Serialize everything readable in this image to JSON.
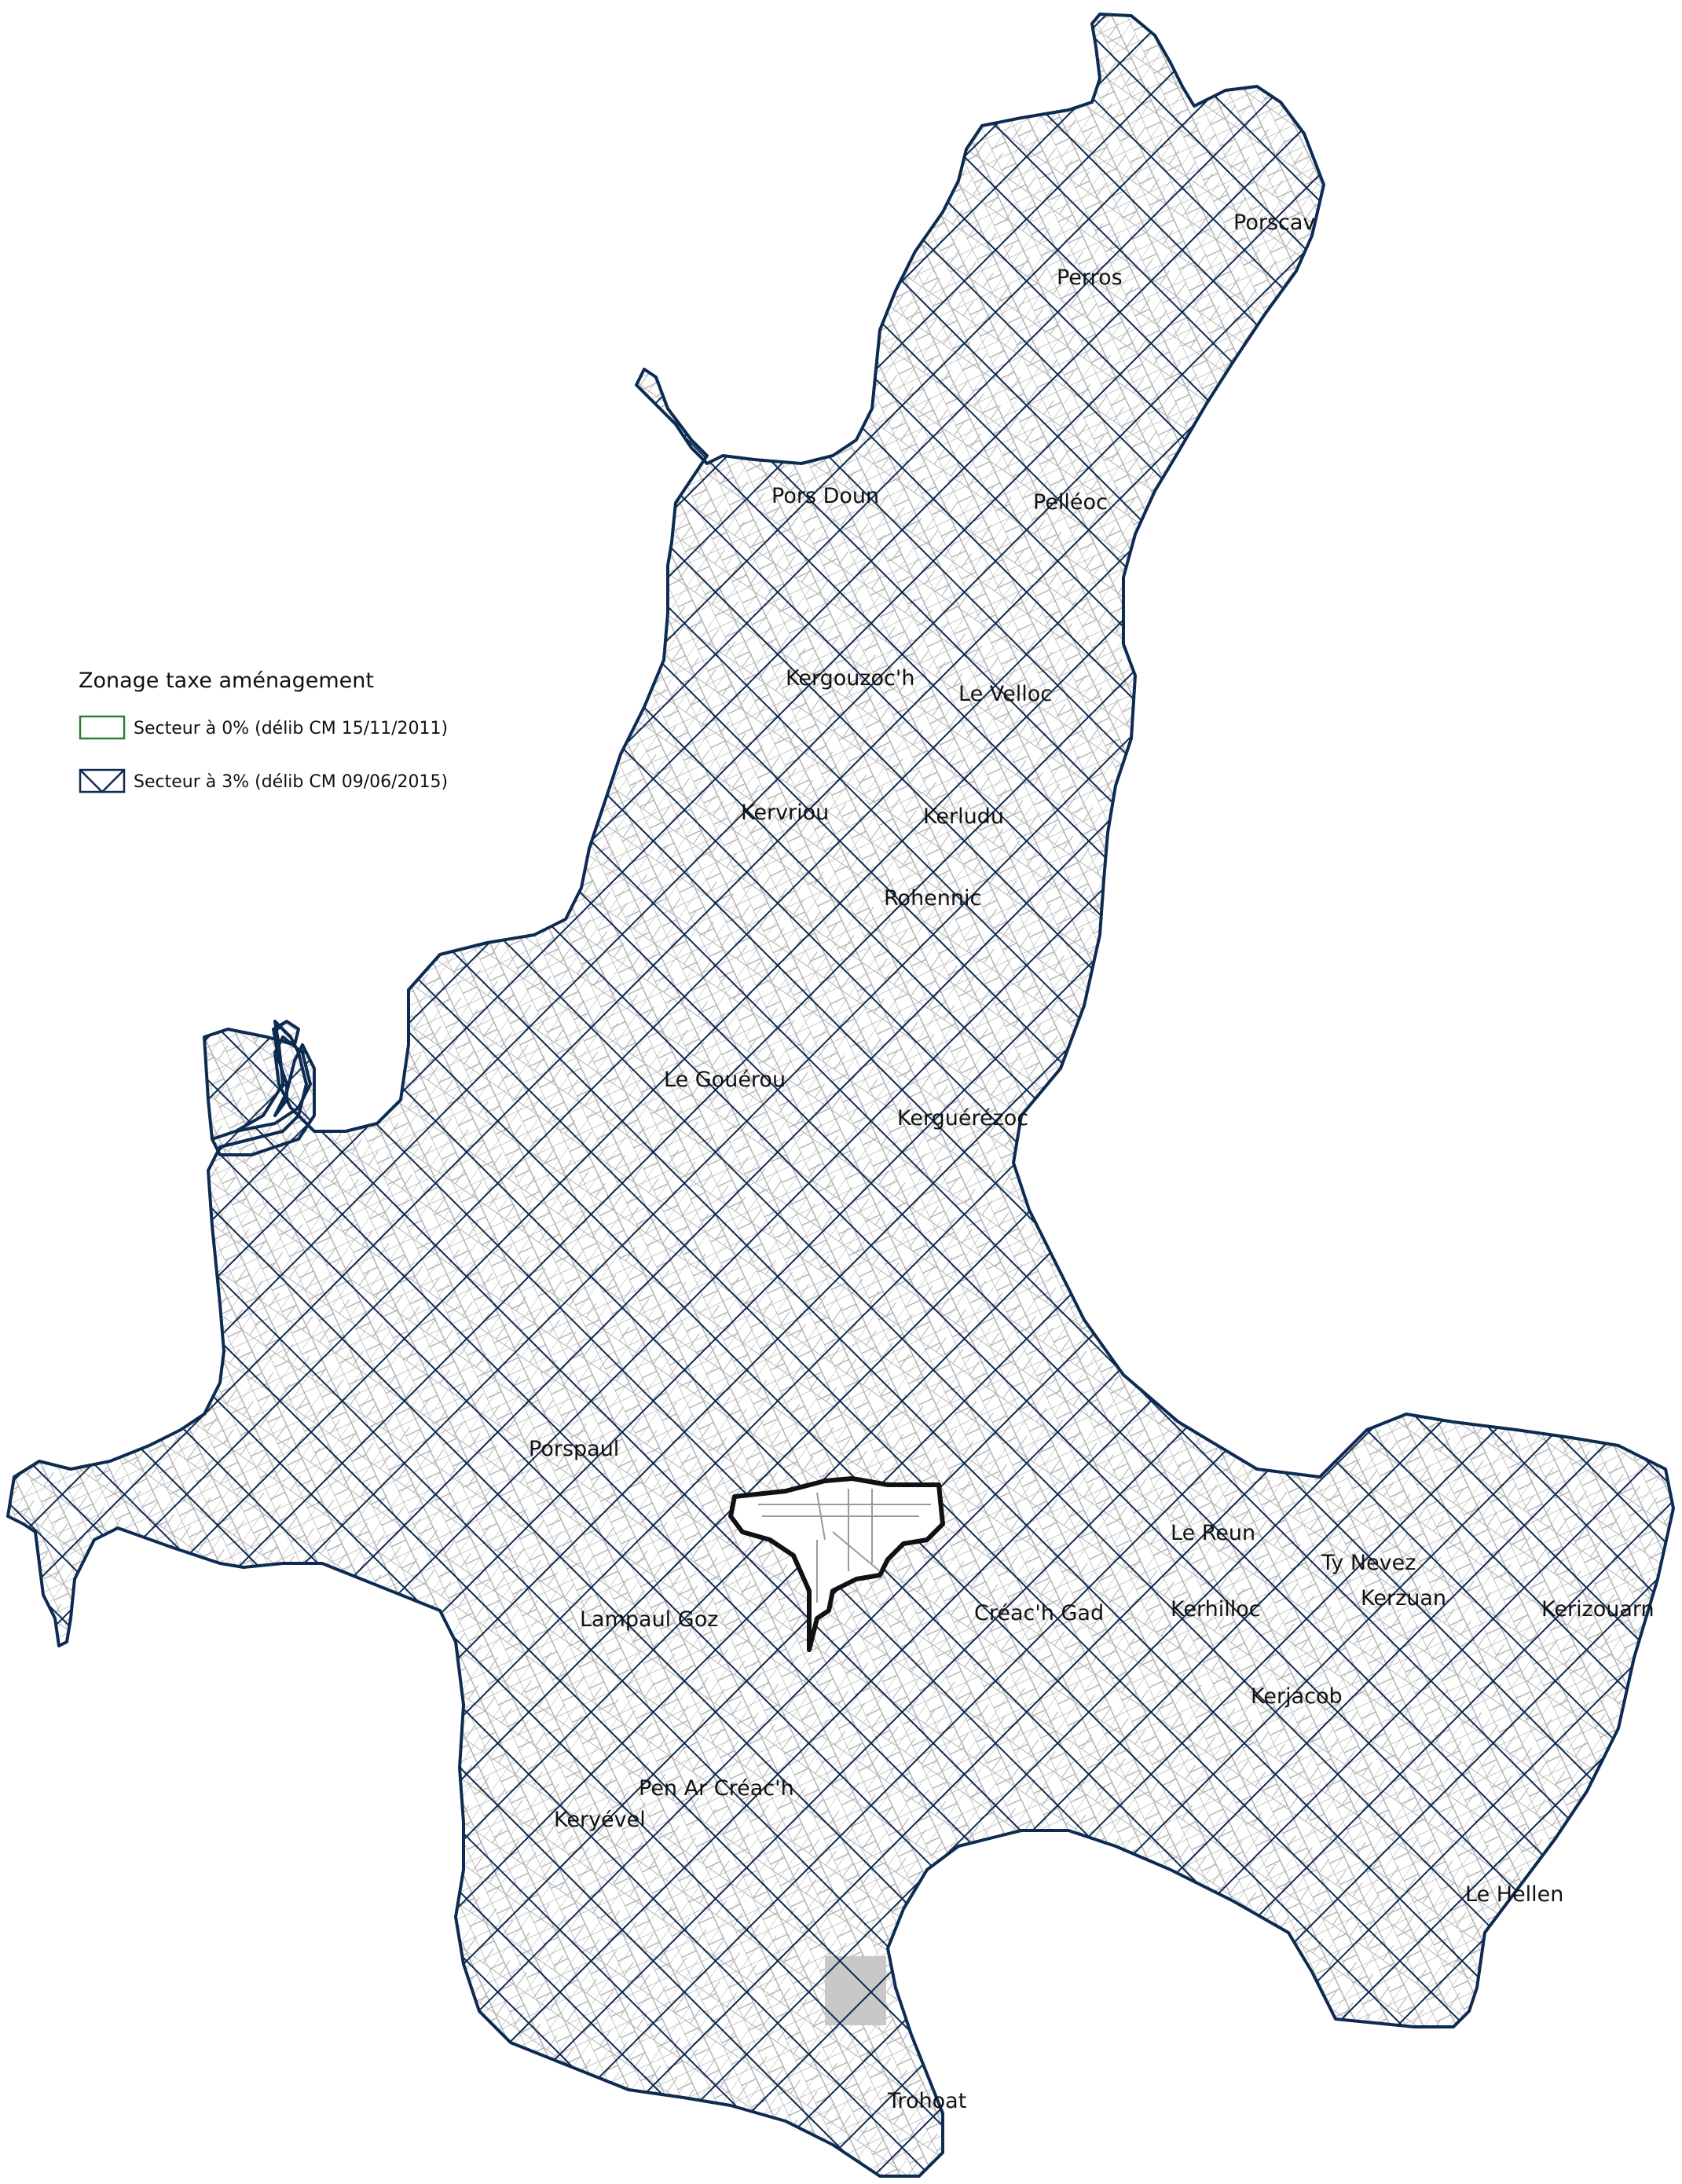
{
  "legend": {
    "title": "Zonage taxe aménagement",
    "items": [
      {
        "label": "Secteur à 0% (délib CM 15/11/2011)",
        "style": "outline",
        "color": "#2e7d32"
      },
      {
        "label": "Secteur à 3% (délib CM 09/06/2015)",
        "style": "crosshatch",
        "color": "#0d2b52"
      }
    ]
  },
  "colors": {
    "hatch": "#0d2b52",
    "parcel_lines": "#9a9a9a",
    "background": "#ffffff"
  },
  "places": [
    {
      "name": "Porscav"
    },
    {
      "name": "Perros"
    },
    {
      "name": "Pors Doun"
    },
    {
      "name": "Pelléoc"
    },
    {
      "name": "Kergouzoc'h"
    },
    {
      "name": "Le Velloc"
    },
    {
      "name": "Kervriou"
    },
    {
      "name": "Kerludu"
    },
    {
      "name": "Rohennic"
    },
    {
      "name": "Le Gouérou"
    },
    {
      "name": "Kerguérézoc"
    },
    {
      "name": "Porspaul"
    },
    {
      "name": "Le Reun"
    },
    {
      "name": "Ty Nevez"
    },
    {
      "name": "Kerzuan"
    },
    {
      "name": "Kerhilloc"
    },
    {
      "name": "Kerizouarn"
    },
    {
      "name": "Créac'h Gad"
    },
    {
      "name": "Lampaul Goz"
    },
    {
      "name": "Kerjacob"
    },
    {
      "name": "Pen Ar Créac'h"
    },
    {
      "name": "Keryével"
    },
    {
      "name": "Le Hellen"
    },
    {
      "name": "Trohoat"
    }
  ]
}
